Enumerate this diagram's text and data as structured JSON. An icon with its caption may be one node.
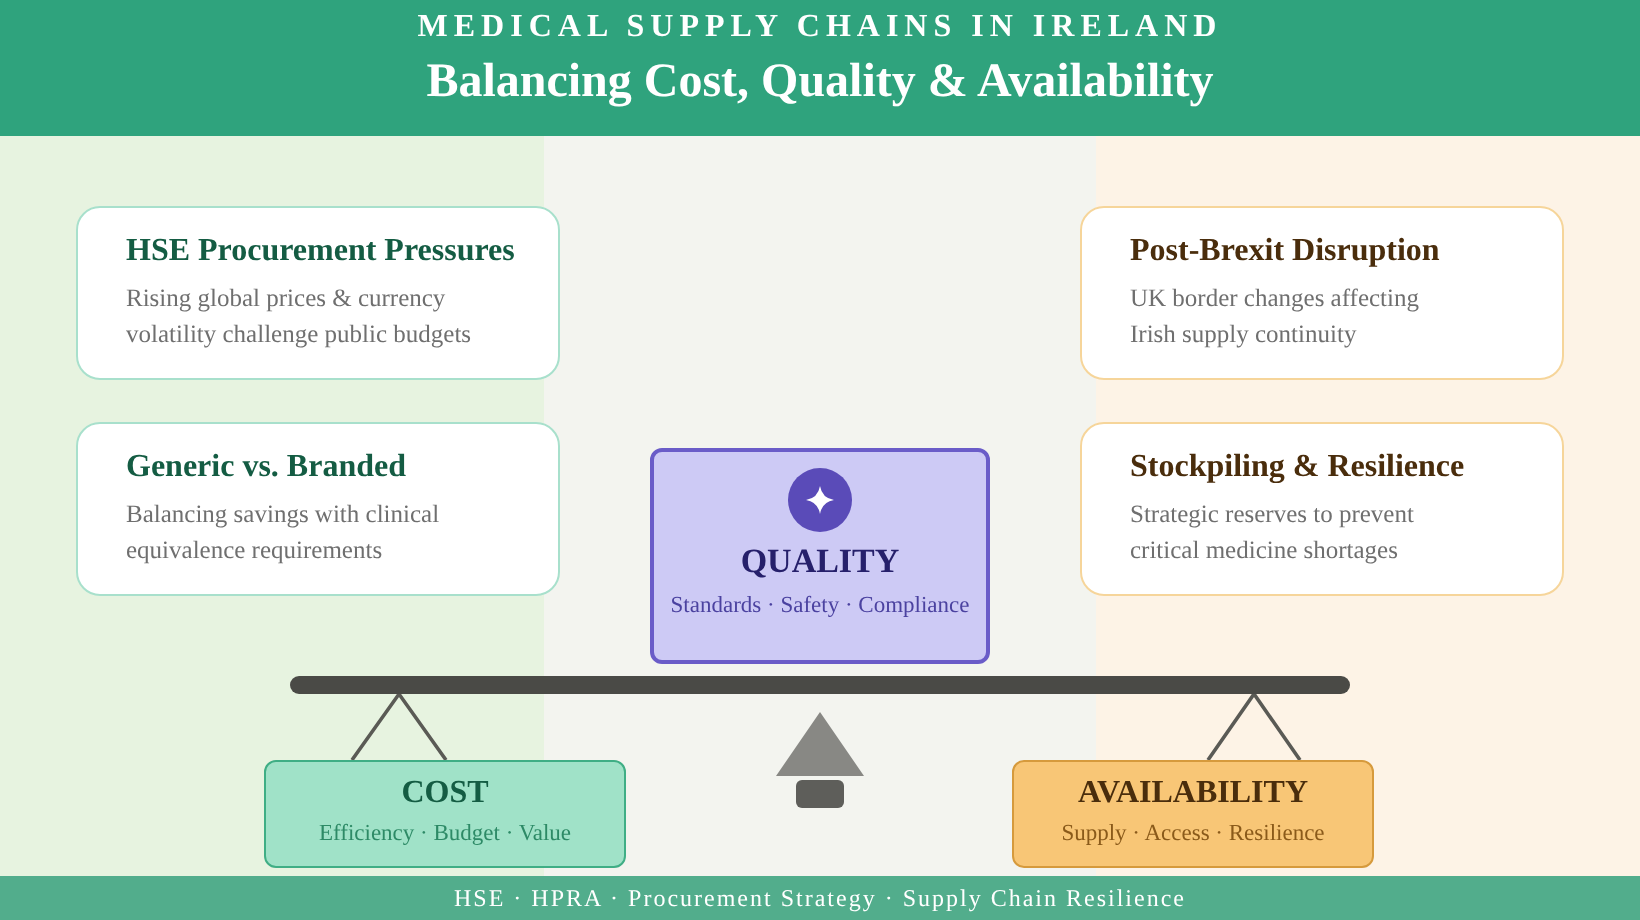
{
  "diagram": {
    "title": "Balancing Cost, Quality & Availability",
    "caption": "HSE · HPRA · Procurement Strategy · Supply Chain Resilience",
    "nodes": [
      {
        "text": [
          "HSE Procurement Pressures",
          "Rising global prices & currency volatility challenge public budgets"
        ]
      },
      {
        "text": [
          "Generic vs. Branded",
          "Balancing savings with clinical equivalence requirements"
        ]
      },
      {
        "text": [
          "Post-Brexit Disruption",
          "UK border changes affecting Irish supply continuity"
        ]
      },
      {
        "text": [
          "Stockpiling & Resilience",
          "Strategic reserves to prevent critical medicine shortages"
        ]
      },
      {
        "text": [
          "QUALITY",
          "Standards · Safety · Compliance"
        ]
      },
      {
        "text": [
          "COST",
          "Efficiency · Budget · Value"
        ]
      },
      {
        "text": [
          "AVAILABILITY",
          "Supply · Access · Resilience"
        ]
      },
      {
        "text": [],
        "shape": "bar"
      }
    ],
    "edges": [
      {
        "from": 7,
        "to": 5,
        "arrow": "none"
      },
      {
        "from": 7,
        "to": 6,
        "arrow": "none"
      }
    ],
    "labels": [
      "MEDICAL SUPPLY CHAINS IN IRELAND"
    ]
  }
}
